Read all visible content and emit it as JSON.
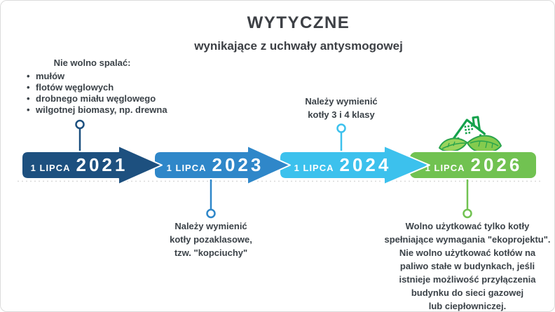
{
  "header": {
    "title": "WYTYCZNE",
    "subtitle": "wynikające z uchwały antysmogowej"
  },
  "timeline": {
    "milestones": [
      {
        "date_prefix": "1 LIPCA",
        "year": "2021",
        "color": "#1d507f"
      },
      {
        "date_prefix": "1 LIPCA",
        "year": "2023",
        "color": "#2f87c9"
      },
      {
        "date_prefix": "1 LIPCA",
        "year": "2024",
        "color": "#3cc1ed"
      },
      {
        "date_prefix": "1 LIPCA",
        "year": "2026",
        "color": "#71c251"
      }
    ]
  },
  "notes": {
    "burn_ban": {
      "heading": "Nie wolno spalać:",
      "items": [
        "mułów",
        "flotów węglowych",
        "drobnego miału węglowego",
        "wilgotnej biomasy, np. drewna"
      ]
    },
    "note_2024": {
      "lines": [
        "Należy wymienić",
        "kotły 3 i 4 klasy"
      ]
    },
    "note_2023": {
      "lines": [
        "Należy wymienić",
        "kotły pozaklasowe,",
        "tzw. \"kopciuchy\""
      ]
    },
    "note_2026": {
      "lines": [
        "Wolno użytkować tylko kotły",
        "spełniające wymagania \"ekoprojektu\".",
        "Nie wolno użytkować kotłów na",
        "paliwo stałe w budynkach, jeśli",
        "istnieje możliwość przyłączenia",
        "budynku do sieci gazowej",
        "lub ciepłowniczej."
      ]
    }
  },
  "icons": {
    "eco_house": "eco-house-with-leaves"
  },
  "colors": {
    "navy": "#1d507f",
    "blue": "#2f87c9",
    "cyan": "#3cc1ed",
    "green": "#71c251",
    "text": "#3b4248",
    "dotted_line": "#d9d9d9",
    "icon_outline_green": "#14a24c",
    "leaf_light": "#9ad45c",
    "leaf_dark": "#84cb4e"
  }
}
